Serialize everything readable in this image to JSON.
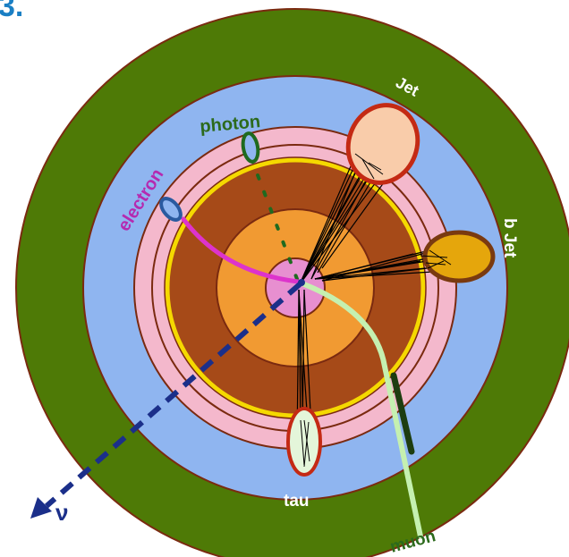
{
  "corner_label": "3.",
  "labels": {
    "photon": "photon",
    "electron": "electron",
    "jet": "Jet",
    "b_jet": "b Jet",
    "tau": "tau",
    "muon": "muon",
    "neutrino": "ν"
  },
  "colors": {
    "muon_system": "#4e7a06",
    "hadronic_calorimeter": "#8fb5f0",
    "em_calorimeter": "#f4b8cc",
    "solenoid": "#f5d900",
    "tracker_outer": "#a64a18",
    "tracker_inner": "#f19a32",
    "vertex_detector": "#e78fd0",
    "electron": "#dd33cc",
    "photon": "#1f6a1f",
    "jet": "#f9ccaa",
    "b_jet": "#e5a60c",
    "tau": "#e4f6da",
    "muon": "#c5f0b0",
    "neutrino": "#1b2f8a",
    "labels_dark": "#2c6a1c"
  }
}
